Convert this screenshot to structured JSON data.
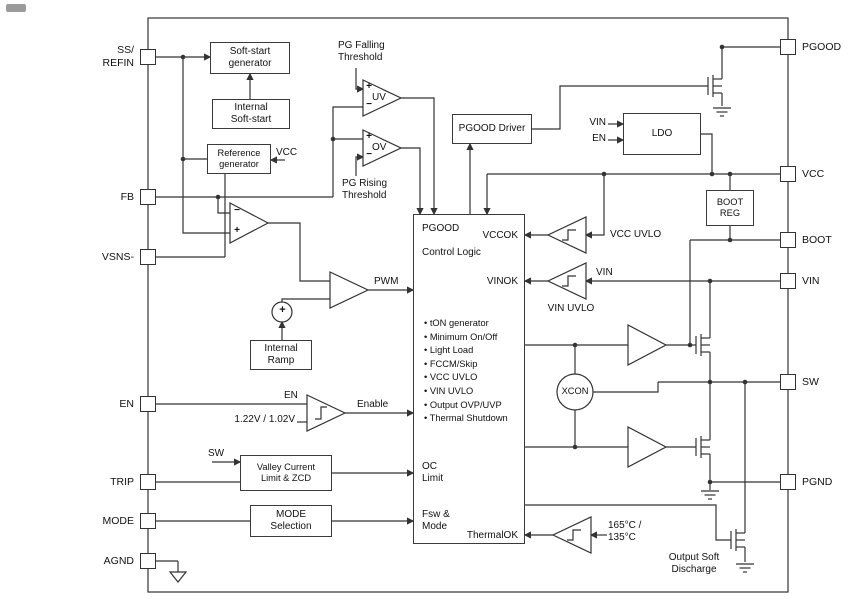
{
  "pins_left": [
    "SS/\nREFIN",
    "FB",
    "VSNS-",
    "EN",
    "TRIP",
    "MODE",
    "AGND"
  ],
  "pins_right": [
    "PGOOD",
    "VCC",
    "BOOT",
    "VIN",
    "SW",
    "PGND"
  ],
  "blocks": {
    "soft_start_generator": "Soft-start\ngenerator",
    "internal_soft_start": "Internal\nSoft-start",
    "reference_generator": "Reference\ngenerator",
    "vcc_ref_label": "VCC",
    "pg_falling_threshold": "PG Falling\nThreshold",
    "pg_rising_threshold": "PG Rising\nThreshold",
    "uv": "UV",
    "ov": "OV",
    "pgood_driver": "PGOOD Driver",
    "ldo": "LDO",
    "ldo_vin": "VIN",
    "ldo_en": "EN",
    "boot_reg": "BOOT\nREG",
    "internal_ramp": "Internal\nRamp",
    "valley": "Valley Current\nLimit & ZCD",
    "valley_sw": "SW",
    "mode_selection": "MODE\nSelection",
    "xcon": "XCON",
    "output_soft_discharge": "Output Soft\nDischarge"
  },
  "control_logic": {
    "pgood": "PGOOD",
    "vccok": "VCCOK",
    "title": "Control Logic",
    "vinok": "VINOK",
    "bullets": [
      "tON generator",
      "Minimum On/Off",
      "Light Load",
      "FCCM/Skip",
      "VCC UVLO",
      "VIN UVLO",
      "Output OVP/UVP",
      "Thermal Shutdown"
    ],
    "oc_limit": "OC\nLimit",
    "fsw_mode": "Fsw &\nMode",
    "thermalok": "ThermalOK"
  },
  "signals": {
    "pwm": "PWM",
    "en": "EN",
    "en_threshold": "1.22V / 1.02V",
    "enable": "Enable",
    "vcc_uvlo": "VCC UVLO",
    "vin": "VIN",
    "vin_uvlo": "VIN UVLO",
    "thermal_threshold": "165°C /\n135°C"
  },
  "symbols": {
    "plus": "+",
    "minus": "−"
  }
}
